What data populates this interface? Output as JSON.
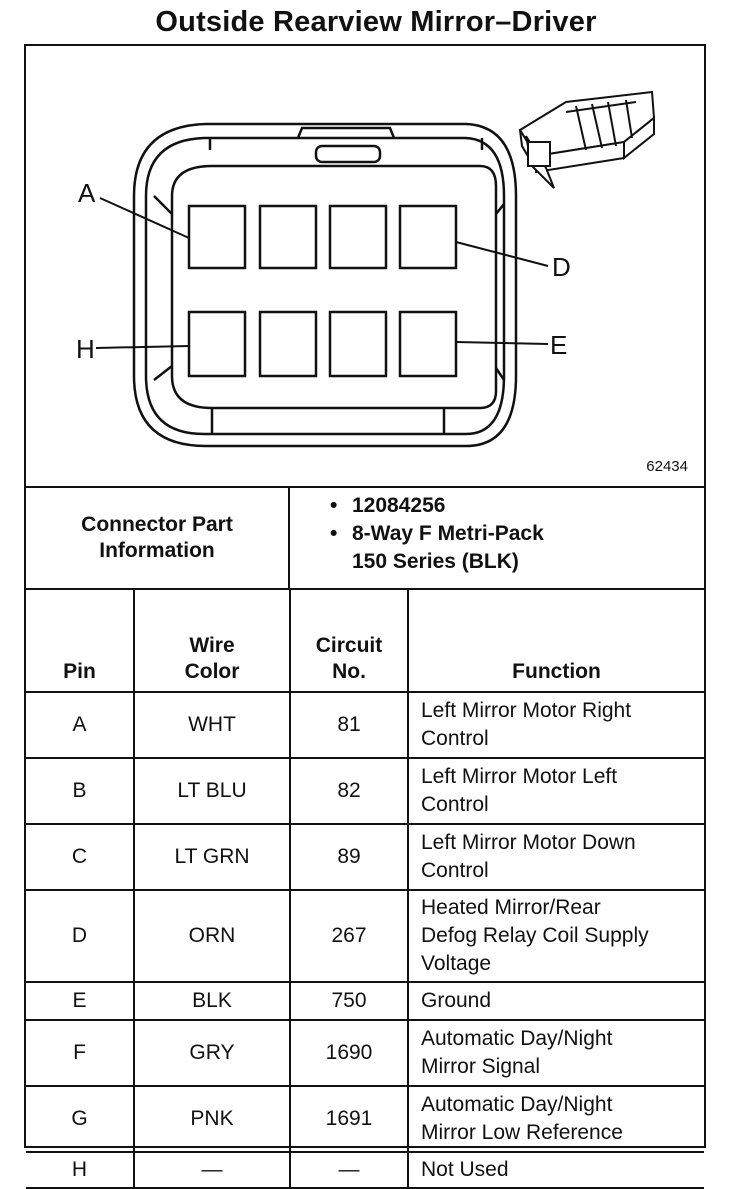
{
  "title": "Outside Rearview Mirror–Driver",
  "diagram": {
    "callouts": {
      "a": "A",
      "d": "D",
      "h": "H",
      "e": "E"
    },
    "figure_number": "62434"
  },
  "connector_info": {
    "label_line1": "Connector Part",
    "label_line2": "Information",
    "items": [
      {
        "bullet": "•",
        "line1": "12084256",
        "line2": ""
      },
      {
        "bullet": "•",
        "line1": "8-Way F Metri-Pack",
        "line2": "150 Series (BLK)"
      }
    ]
  },
  "table": {
    "headers": {
      "pin": "Pin",
      "wire_line1": "Wire",
      "wire_line2": "Color",
      "circuit_line1": "Circuit",
      "circuit_line2": "No.",
      "function": "Function"
    },
    "rows": [
      {
        "pin": "A",
        "wire": "WHT",
        "circuit": "81",
        "func": [
          "Left Mirror Motor Right",
          "Control"
        ]
      },
      {
        "pin": "B",
        "wire": "LT BLU",
        "circuit": "82",
        "func": [
          "Left Mirror Motor Left",
          "Control"
        ]
      },
      {
        "pin": "C",
        "wire": "LT GRN",
        "circuit": "89",
        "func": [
          "Left Mirror Motor Down",
          "Control"
        ]
      },
      {
        "pin": "D",
        "wire": "ORN",
        "circuit": "267",
        "func": [
          "Heated Mirror/Rear",
          "Defog Relay Coil Supply",
          "Voltage"
        ]
      },
      {
        "pin": "E",
        "wire": "BLK",
        "circuit": "750",
        "func": [
          "Ground"
        ]
      },
      {
        "pin": "F",
        "wire": "GRY",
        "circuit": "1690",
        "func": [
          "Automatic Day/Night",
          "Mirror Signal"
        ]
      },
      {
        "pin": "G",
        "wire": "PNK",
        "circuit": "1691",
        "func": [
          "Automatic Day/Night",
          "Mirror Low Reference"
        ]
      },
      {
        "pin": "H",
        "wire": "—",
        "circuit": "—",
        "func": [
          "Not Used"
        ]
      }
    ]
  }
}
